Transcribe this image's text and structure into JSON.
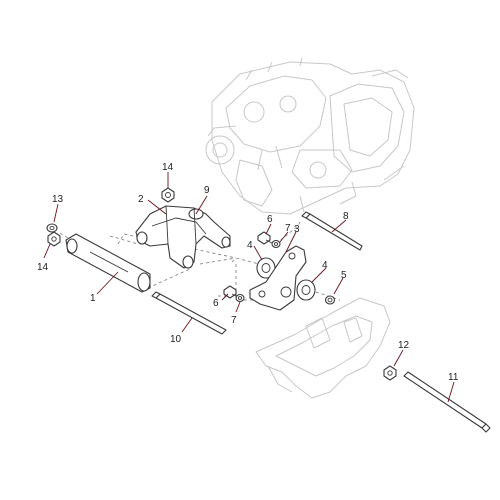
{
  "callouts": {
    "c1": "1",
    "c2": "2",
    "c3": "3",
    "c4a": "4",
    "c4b": "4",
    "c5": "5",
    "c6a": "6",
    "c6b": "6",
    "c7a": "7",
    "c7b": "7",
    "c8": "8",
    "c9": "9",
    "c10": "10",
    "c11": "11",
    "c12": "12",
    "c13": "13",
    "c14a": "14",
    "c14b": "14"
  },
  "colors": {
    "leader": "#6b1218",
    "part": "#3a3a3a",
    "ghost": "#c8c8c8"
  }
}
